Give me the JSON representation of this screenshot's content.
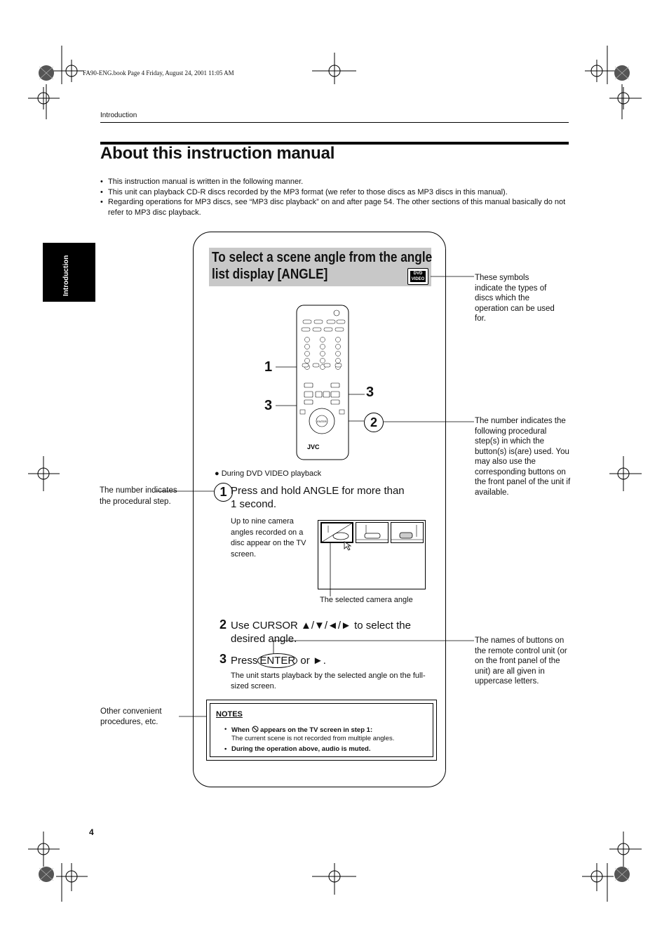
{
  "header": {
    "file_info": "FA90-ENG.book  Page 4  Friday, August 24, 2001  11:05 AM",
    "section": "Introduction"
  },
  "title": "About this instruction manual",
  "intro_bullets": [
    "This instruction manual is written in the following manner.",
    "This unit can playback CD-R discs recorded by the MP3 format (we refer to those discs as MP3 discs in this manual).",
    "Regarding operations for MP3 discs, see “MP3 disc playback” on and after page 54. The other sections of this manual basically do not refer to MP3 disc playback."
  ],
  "side_tab": "Introduction",
  "sample": {
    "title_line1": "To select a scene angle from the angle",
    "title_line2": "list display [ANGLE]",
    "badge_line1": "DVD",
    "badge_line2": "VIDEO",
    "remote_numbers": [
      "1",
      "3",
      "3",
      "2"
    ],
    "remote_brand": "JVC",
    "during": "During DVD VIDEO playback",
    "step1_num": "1",
    "step1_text": "Press and hold ANGLE for more than 1 second.",
    "angles_desc": "Up to nine camera angles recorded on a disc appear on the TV screen.",
    "selected_label": "The selected camera angle",
    "step2_num": "2",
    "step2_text": "Use CURSOR ▲/▼/◄/► to select the desired angle.",
    "step3_num": "3",
    "step3_press": "Press",
    "step3_enter": "ENTER",
    "step3_or": "or ►.",
    "step3_desc": "The unit starts playback by the selected angle on the full-sized screen.",
    "notes_heading": "NOTES",
    "note1_bold": "When",
    "note1_icon": "prohibited-icon",
    "note1_bold_rest": "appears on the TV screen in step 1:",
    "note1_text": "The current scene is not recorded from multiple angles.",
    "note2_bold": "During the operation above, audio is muted."
  },
  "callouts": {
    "symbols": "These symbols indicate the types of discs which the operation can be used for.",
    "steps": "The number indicates the following procedural step(s) in which the button(s) is(are) used. You may also use the corresponding buttons on the front panel of the unit if available.",
    "names": "The names of buttons on the remote control unit (or on the front panel of the unit) are all given in uppercase letters.",
    "procedural_number": "The number indicates the procedural step.",
    "other": "Other convenient procedures, etc."
  },
  "page_number": "4"
}
